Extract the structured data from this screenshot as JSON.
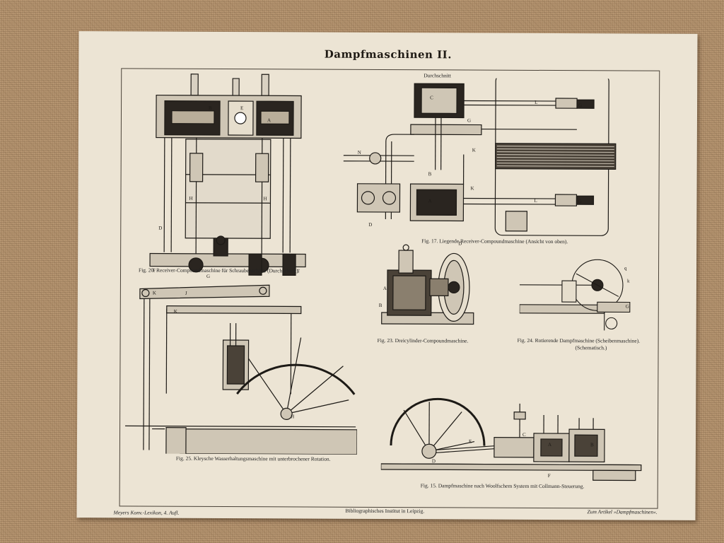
{
  "plate": {
    "title": "Dampfmaschinen II.",
    "figures": [
      {
        "id": "fig20",
        "caption": "Fig. 20. Receiver-Compoundmaschine für Schraubenschiffe (Durchschnitt)."
      },
      {
        "id": "fig17",
        "label": "Durchschnitt",
        "caption": "Fig. 17. Liegende Receiver-Compoundmaschine (Ansicht von oben)."
      },
      {
        "id": "fig23",
        "caption": "Fig. 23. Dreicylinder-Compoundmaschine."
      },
      {
        "id": "fig24",
        "caption_line1": "Fig. 24. Rotierende Dampfmaschine (Scheibenmaschine).",
        "caption_line2": "(Schematisch.)"
      },
      {
        "id": "fig25",
        "caption": "Fig. 25. Kleysche Wasserhaltungsmaschine mit unterbrochener Rotation."
      },
      {
        "id": "fig15",
        "caption": "Fig. 15. Dampfmaschine nach Woolfschem System mit Collmann-Steuerung."
      }
    ],
    "footer": {
      "left": "Meyers Konv.-Lexikon, 4. Aufl.",
      "center": "Bibliographisches Institut in Leipzig.",
      "right": "Zum Artikel »Dampfmaschinen«."
    }
  }
}
